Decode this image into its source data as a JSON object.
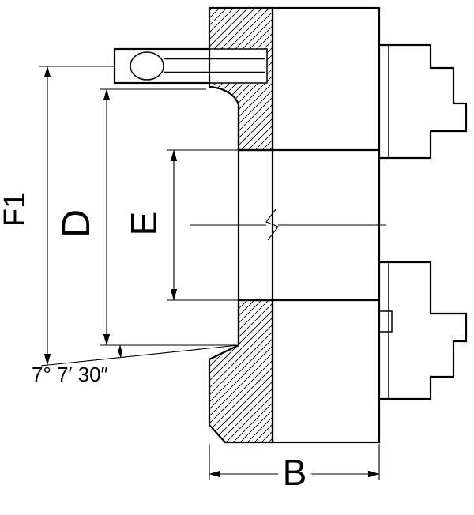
{
  "colors": {
    "background": "#ffffff",
    "line": "#000000"
  },
  "labels": {
    "f1": "F1",
    "d": "D",
    "e": "E",
    "b": "B",
    "angle": "7° 7′ 30″"
  }
}
